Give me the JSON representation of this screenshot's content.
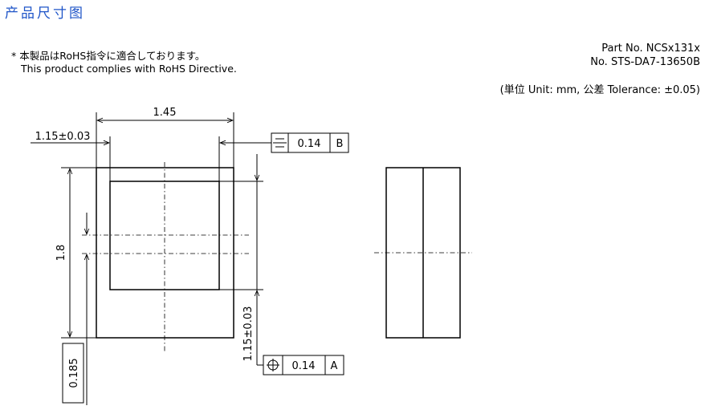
{
  "title": "产品尺寸图",
  "note": {
    "line1": "* 本製品はRoHS指令に適合しております。",
    "line2": "This product complies with RoHS Directive."
  },
  "part": {
    "part_no": "Part No. NCSx131x",
    "doc_no": "No. STS-DA7-13650B"
  },
  "units_text": "(単位 Unit: mm, 公差 Tolerance: ±0.05)",
  "dimensions": {
    "width": "1.45",
    "inner_width": "1.15±0.03",
    "height": "1.8",
    "inner_height": "1.15±0.03",
    "thickness": "0.185"
  },
  "tolerance_frames": {
    "symmetry": {
      "value": "0.14",
      "datum": "B"
    },
    "position": {
      "value": "0.14",
      "datum": "A"
    }
  }
}
